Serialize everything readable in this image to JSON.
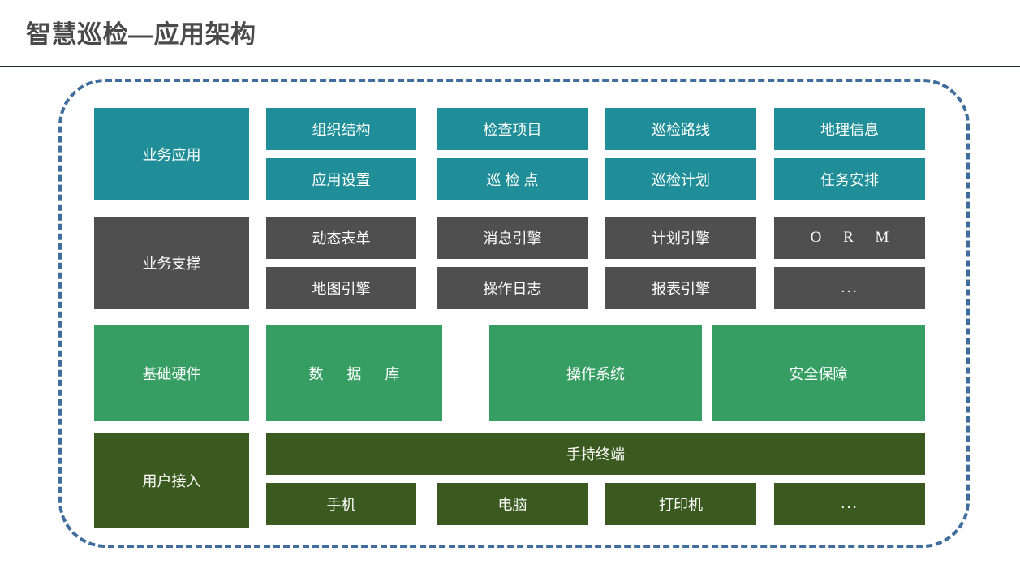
{
  "header": {
    "title": "智慧巡检—应用架构"
  },
  "diagram": {
    "type": "layered-architecture",
    "frame_style": "dashed-rounded-rectangle",
    "colors": {
      "business_application": "#1f8e99",
      "business_support": "#4f4f4f",
      "infrastructure": "#369e63",
      "user_access": "#3b5a20",
      "frame_border": "#3f6d9e",
      "title_text": "#4a4a4a",
      "header_rule": "#1f2a3a",
      "cell_text": "#ffffff"
    },
    "layers": [
      {
        "id": "business-application",
        "label": "业务应用",
        "color_key": "business_application",
        "top_cells": [
          "组织结构",
          "检查项目",
          "巡检路线",
          "地理信息"
        ],
        "bottom_cells": [
          "应用设置",
          "巡 检 点",
          "巡检计划",
          "任务安排"
        ]
      },
      {
        "id": "business-support",
        "label": "业务支撑",
        "color_key": "business_support",
        "top_cells": [
          "动态表单",
          "消息引擎",
          "计划引擎",
          "O R M"
        ],
        "bottom_cells": [
          "地图引擎",
          "操作日志",
          "报表引擎",
          "..."
        ]
      },
      {
        "id": "infrastructure",
        "label": "基础硬件",
        "color_key": "infrastructure",
        "wide_cells": [
          "数 据 库",
          "操作系统",
          "安全保障"
        ]
      },
      {
        "id": "user-access",
        "label": "用户接入",
        "color_key": "user_access",
        "banner": "手持终端",
        "bottom_cells": [
          "手机",
          "电脑",
          "打印机",
          "..."
        ]
      }
    ]
  }
}
